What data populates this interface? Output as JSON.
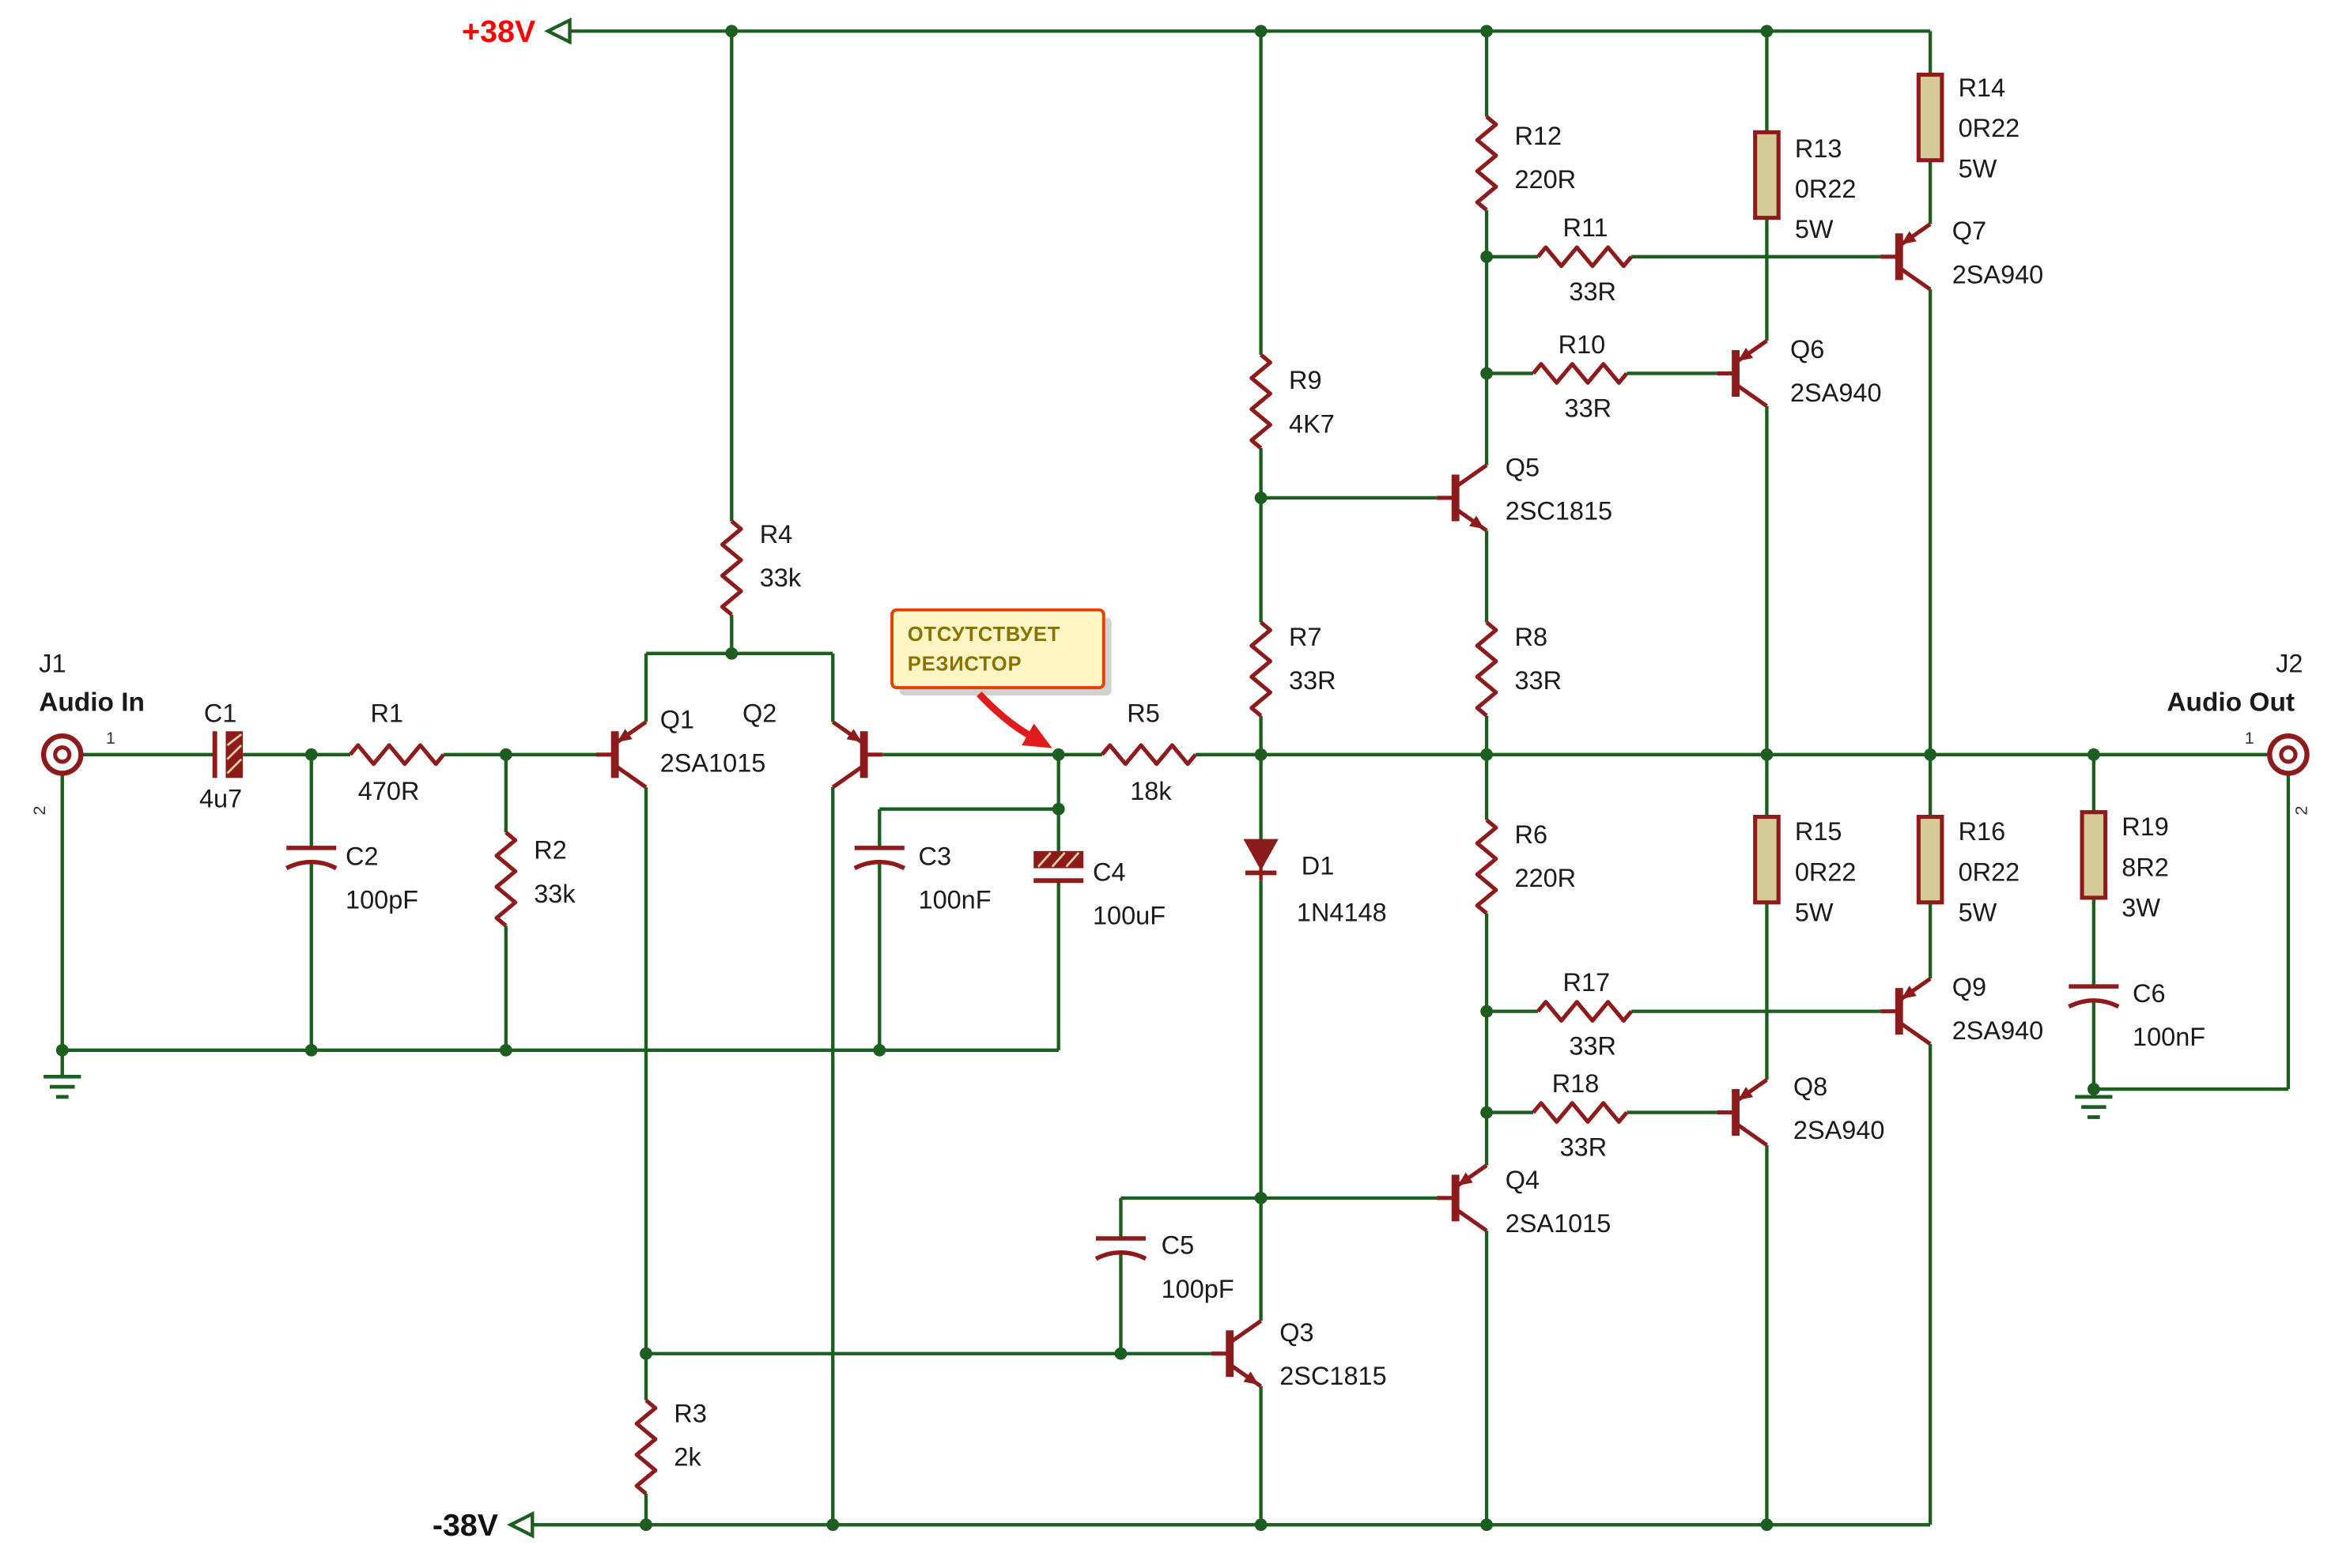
{
  "power": {
    "positive": "+38V",
    "negative": "-38V"
  },
  "connectors": {
    "j1": {
      "ref": "J1",
      "label": "Audio In",
      "pin1": "1",
      "pin2": "2"
    },
    "j2": {
      "ref": "J2",
      "label": "Audio Out",
      "pin1": "1",
      "pin2": "2"
    }
  },
  "annotation": {
    "line1": "ОТСУТСТВУЕТ",
    "line2": "РЕЗИСТОР"
  },
  "components": {
    "R1": {
      "ref": "R1",
      "value": "470R"
    },
    "R2": {
      "ref": "R2",
      "value": "33k"
    },
    "R3": {
      "ref": "R3",
      "value": "2k"
    },
    "R4": {
      "ref": "R4",
      "value": "33k"
    },
    "R5": {
      "ref": "R5",
      "value": "18k"
    },
    "R6": {
      "ref": "R6",
      "value": "220R"
    },
    "R7": {
      "ref": "R7",
      "value": "33R"
    },
    "R8": {
      "ref": "R8",
      "value": "33R"
    },
    "R9": {
      "ref": "R9",
      "value": "4K7"
    },
    "R10": {
      "ref": "R10",
      "value": "33R"
    },
    "R11": {
      "ref": "R11",
      "value": "33R"
    },
    "R12": {
      "ref": "R12",
      "value": "220R"
    },
    "R13": {
      "ref": "R13",
      "value": "0R22",
      "power": "5W"
    },
    "R14": {
      "ref": "R14",
      "value": "0R22",
      "power": "5W"
    },
    "R15": {
      "ref": "R15",
      "value": "0R22",
      "power": "5W"
    },
    "R16": {
      "ref": "R16",
      "value": "0R22",
      "power": "5W"
    },
    "R17": {
      "ref": "R17",
      "value": "33R"
    },
    "R18": {
      "ref": "R18",
      "value": "33R"
    },
    "R19": {
      "ref": "R19",
      "value": "8R2",
      "power": "3W"
    },
    "C1": {
      "ref": "C1",
      "value": "4u7"
    },
    "C2": {
      "ref": "C2",
      "value": "100pF"
    },
    "C3": {
      "ref": "C3",
      "value": "100nF"
    },
    "C4": {
      "ref": "C4",
      "value": "100uF"
    },
    "C5": {
      "ref": "C5",
      "value": "100pF"
    },
    "C6": {
      "ref": "C6",
      "value": "100nF"
    },
    "D1": {
      "ref": "D1",
      "value": "1N4148"
    },
    "Q1": {
      "ref": "Q1",
      "value": "2SA1015"
    },
    "Q2": {
      "ref": "Q2"
    },
    "Q3": {
      "ref": "Q3",
      "value": "2SC1815"
    },
    "Q4": {
      "ref": "Q4",
      "value": "2SA1015"
    },
    "Q5": {
      "ref": "Q5",
      "value": "2SC1815"
    },
    "Q6": {
      "ref": "Q6",
      "value": "2SA940"
    },
    "Q7": {
      "ref": "Q7",
      "value": "2SA940"
    },
    "Q8": {
      "ref": "Q8",
      "value": "2SA940"
    },
    "Q9": {
      "ref": "Q9",
      "value": "2SA940"
    }
  },
  "colors": {
    "wire": "#1b5e20",
    "component": "#8e1b1b",
    "power_resistor_fill": "#d6cb97",
    "positive_rail_text": "#fe0000",
    "negative_rail_text": "#111111",
    "callout_fill": "#fdf5c4",
    "callout_border": "#e04400",
    "callout_text": "#8a7200",
    "annotation_arrow": "#e01b1b",
    "background": "#ffffff"
  }
}
